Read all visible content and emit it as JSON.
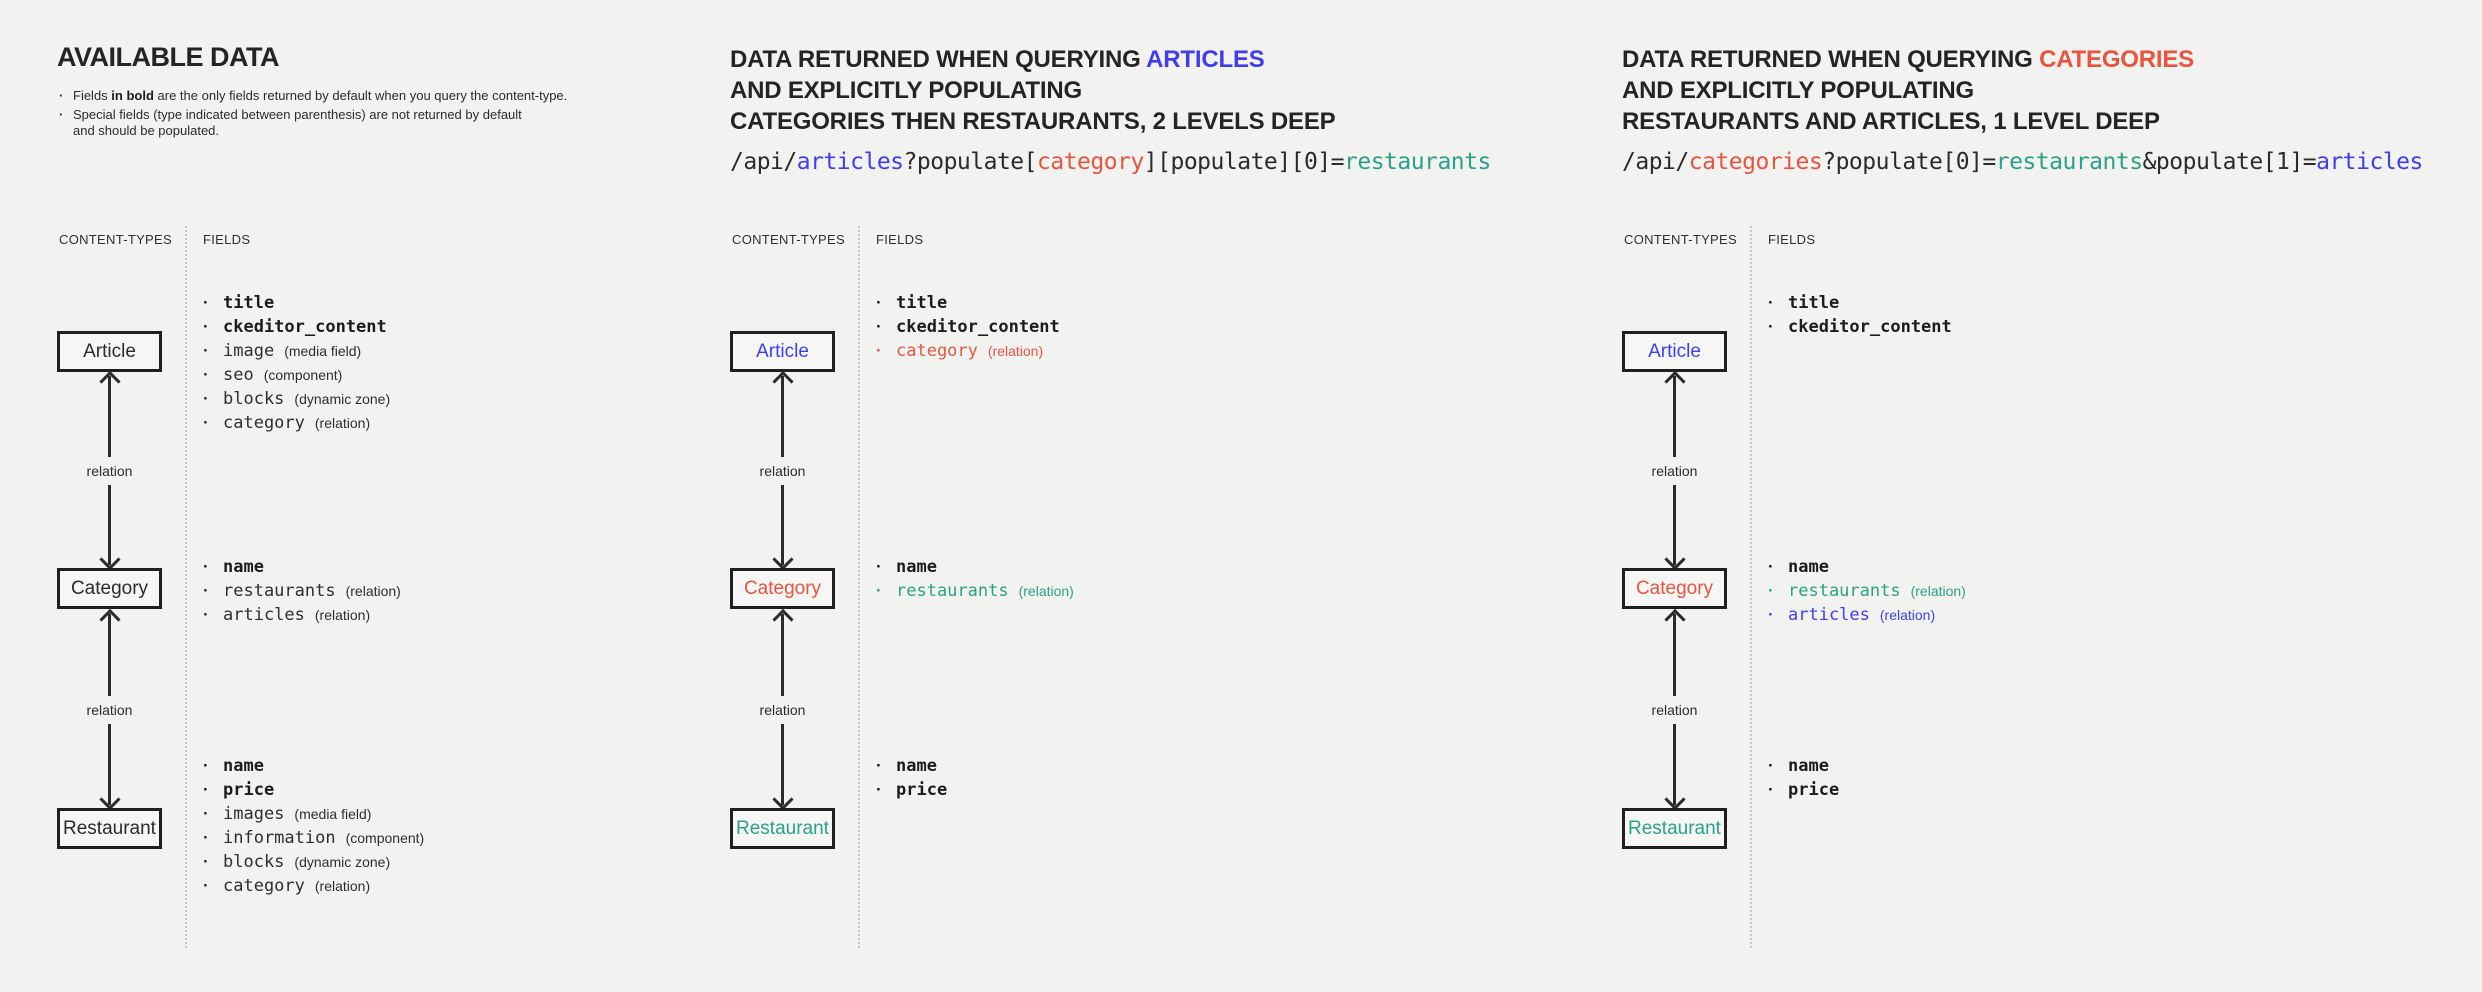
{
  "colors": {
    "background": "#f2f2f1",
    "dark": "#242424",
    "blue": "#403df0",
    "red": "#e8543e",
    "green": "#2aa189"
  },
  "panels": [
    {
      "heading": [
        [
          {
            "t": "AVAILABLE DATA",
            "c": "#242424"
          }
        ]
      ],
      "notes": {
        "i1_pre": "Fields ",
        "i1_bold": "in bold",
        "i1_post": " are the only fields returned by default when you query the content-type.",
        "i2_l1": "Special fields (type indicated between parenthesis) are not returned by default",
        "i2_l2": "and should be populated."
      },
      "diagram": {
        "ct_label": "CONTENT-TYPES",
        "fields_label": "FIELDS",
        "relation_label": "relation",
        "nodes": [
          {
            "label": "Article",
            "color": "#2b2b2b",
            "fields": [
              {
                "name": "title",
                "annotation": "",
                "color": ""
              },
              {
                "name": "ckeditor_content",
                "annotation": "",
                "color": ""
              },
              {
                "name": "image",
                "annotation": "(media field)",
                "color": ""
              },
              {
                "name": "seo",
                "annotation": "(component)",
                "color": ""
              },
              {
                "name": "blocks",
                "annotation": "(dynamic zone)",
                "color": ""
              },
              {
                "name": "category",
                "annotation": "(relation)",
                "color": ""
              }
            ]
          },
          {
            "label": "Category",
            "color": "#2b2b2b",
            "fields": [
              {
                "name": "name",
                "annotation": "",
                "color": ""
              },
              {
                "name": "restaurants",
                "annotation": "(relation)",
                "color": ""
              },
              {
                "name": "articles",
                "annotation": "(relation)",
                "color": ""
              }
            ]
          },
          {
            "label": "Restaurant",
            "color": "#2b2b2b",
            "fields": [
              {
                "name": "name",
                "annotation": "",
                "color": ""
              },
              {
                "name": "price",
                "annotation": "",
                "color": ""
              },
              {
                "name": "images",
                "annotation": "(media field)",
                "color": ""
              },
              {
                "name": "information",
                "annotation": "(component)",
                "color": ""
              },
              {
                "name": "blocks",
                "annotation": "(dynamic zone)",
                "color": ""
              },
              {
                "name": "category",
                "annotation": "(relation)",
                "color": ""
              }
            ]
          }
        ]
      }
    },
    {
      "heading": [
        [
          {
            "t": "DATA RETURNED WHEN QUERYING ",
            "c": "#242424"
          },
          {
            "t": "ARTICLES",
            "c": "#403df0"
          }
        ],
        [
          {
            "t": "AND EXPLICITLY POPULATING",
            "c": "#242424"
          }
        ],
        [
          {
            "t": "CATEGORIES THEN RESTAURANTS, 2 LEVELS DEEP",
            "c": "#242424"
          }
        ]
      ],
      "code": [
        {
          "t": "/api/",
          "c": "#2b2b2b"
        },
        {
          "t": "articles",
          "c": "#403df0"
        },
        {
          "t": "?populate[",
          "c": "#2b2b2b"
        },
        {
          "t": "category",
          "c": "#e8543e"
        },
        {
          "t": "][populate][0]=",
          "c": "#2b2b2b"
        },
        {
          "t": "restaurants",
          "c": "#2aa189"
        }
      ],
      "diagram": {
        "ct_label": "CONTENT-TYPES",
        "fields_label": "FIELDS",
        "relation_label": "relation",
        "nodes": [
          {
            "label": "Article",
            "color": "#403df0",
            "fields": [
              {
                "name": "title",
                "annotation": "",
                "color": ""
              },
              {
                "name": "ckeditor_content",
                "annotation": "",
                "color": ""
              },
              {
                "name": "category",
                "annotation": "(relation)",
                "color": "#e8543e"
              }
            ]
          },
          {
            "label": "Category",
            "color": "#e8543e",
            "fields": [
              {
                "name": "name",
                "annotation": "",
                "color": ""
              },
              {
                "name": "restaurants",
                "annotation": "(relation)",
                "color": "#2aa189"
              }
            ]
          },
          {
            "label": "Restaurant",
            "color": "#2aa189",
            "fields": [
              {
                "name": "name",
                "annotation": "",
                "color": ""
              },
              {
                "name": "price",
                "annotation": "",
                "color": ""
              }
            ]
          }
        ]
      }
    },
    {
      "heading": [
        [
          {
            "t": "DATA RETURNED WHEN QUERYING ",
            "c": "#242424"
          },
          {
            "t": "CATEGORIES",
            "c": "#e8543e"
          }
        ],
        [
          {
            "t": "AND EXPLICITLY POPULATING",
            "c": "#242424"
          }
        ],
        [
          {
            "t": "RESTAURANTS AND ARTICLES, 1 LEVEL DEEP",
            "c": "#242424"
          }
        ]
      ],
      "code": [
        {
          "t": "/api/",
          "c": "#2b2b2b"
        },
        {
          "t": "categories",
          "c": "#e8543e"
        },
        {
          "t": "?populate[0]=",
          "c": "#2b2b2b"
        },
        {
          "t": "restaurants",
          "c": "#2aa189"
        },
        {
          "t": "&populate[1]=",
          "c": "#2b2b2b"
        },
        {
          "t": "articles",
          "c": "#403df0"
        }
      ],
      "diagram": {
        "ct_label": "CONTENT-TYPES",
        "fields_label": "FIELDS",
        "relation_label": "relation",
        "nodes": [
          {
            "label": "Article",
            "color": "#403df0",
            "fields": [
              {
                "name": "title",
                "annotation": "",
                "color": ""
              },
              {
                "name": "ckeditor_content",
                "annotation": "",
                "color": ""
              }
            ]
          },
          {
            "label": "Category",
            "color": "#e8543e",
            "fields": [
              {
                "name": "name",
                "annotation": "",
                "color": ""
              },
              {
                "name": "restaurants",
                "annotation": "(relation)",
                "color": "#2aa189"
              },
              {
                "name": "articles",
                "annotation": "(relation)",
                "color": "#403df0"
              }
            ]
          },
          {
            "label": "Restaurant",
            "color": "#2aa189",
            "fields": [
              {
                "name": "name",
                "annotation": "",
                "color": ""
              },
              {
                "name": "price",
                "annotation": "",
                "color": ""
              }
            ]
          }
        ]
      }
    }
  ]
}
